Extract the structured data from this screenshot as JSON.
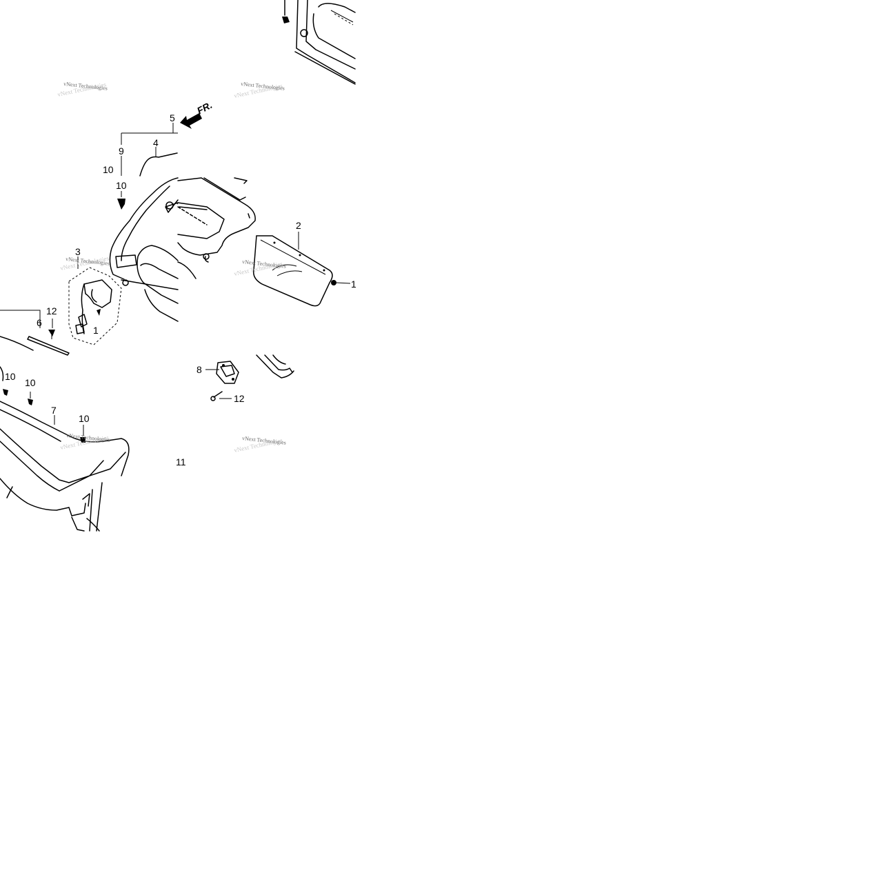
{
  "diagram": {
    "direction_label": "FR.",
    "callouts": [
      "1",
      "2",
      "3",
      "4",
      "5",
      "6",
      "7",
      "8",
      "9",
      "10",
      "11",
      "12"
    ],
    "watermark": "vNext Technologies"
  }
}
